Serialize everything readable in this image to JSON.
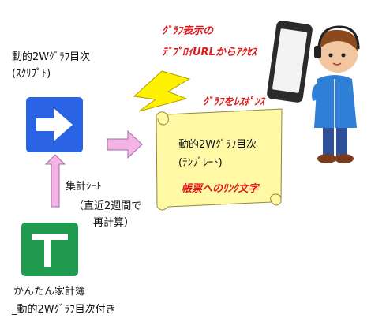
{
  "script_app": {
    "title": "動的2Wｸﾞﾗﾌ目次",
    "subtitle": "(ｽｸﾘﾌﾟﾄ)",
    "icon": "arrow-right-icon",
    "color": "#2a63e4"
  },
  "kakeibo_app": {
    "name_line1": "かんたん家計簿",
    "name_line2": "_動的2Wｸﾞﾗﾌ目次付き",
    "icon": "plus-icon",
    "color": "#1f9a4e"
  },
  "aggregation": {
    "label": "集計ｼｰﾄ",
    "note_line1": "（直近2週間で",
    "note_line2": "再計算）"
  },
  "request": {
    "line1": "ｸﾞﾗﾌ表示の",
    "line2": "ﾃﾞﾌﾟﾛｲURLからｱｸｾｽ"
  },
  "response": {
    "label": "ｸﾞﾗﾌをﾚｽﾎﾟﾝｽ"
  },
  "template_scroll": {
    "title": "動的2Wｸﾞﾗﾌ目次",
    "subtitle": "(ﾃﾝﾌﾟﾚｰﾄ)",
    "link_text": "帳票へのﾘﾝｸ文字",
    "color": "#fff9a6"
  },
  "colors": {
    "arrow_fill": "#f6b3e6",
    "arrow_stroke": "#9b6fa5",
    "lightning": "#fff200",
    "phone": "#2b2b2b"
  }
}
